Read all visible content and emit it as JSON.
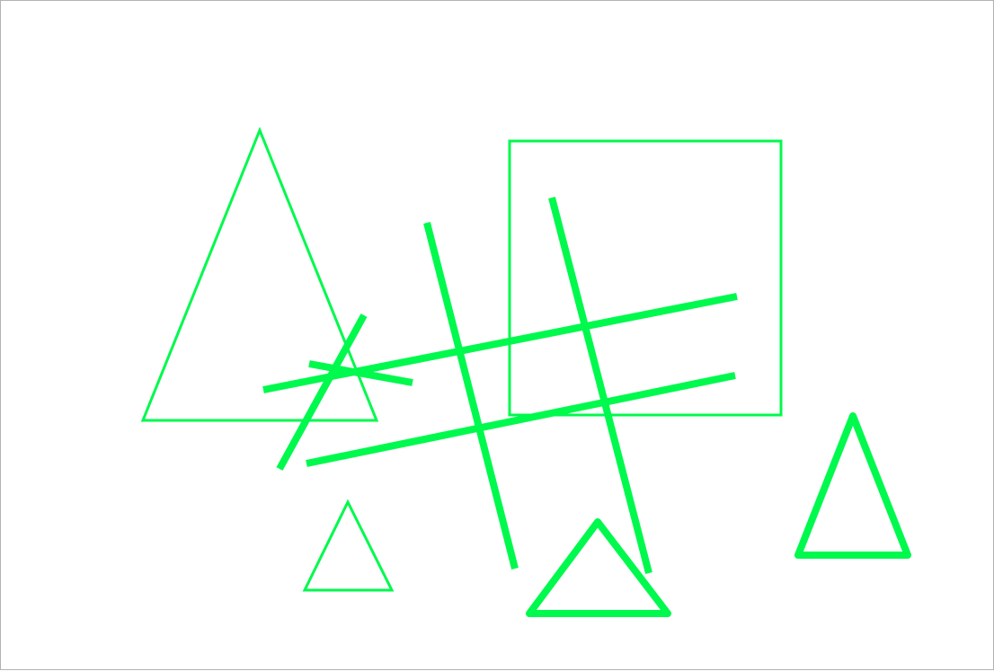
{
  "colors": {
    "stroke": "#00f94d",
    "background": "#ffffff",
    "frame": "#b3b3b3"
  },
  "shapes": [
    {
      "kind": "triangle",
      "name": "large-triangle-outline"
    },
    {
      "kind": "square",
      "name": "square-outline"
    },
    {
      "kind": "triangle",
      "name": "small-triangle-outline"
    },
    {
      "kind": "triangle",
      "name": "bottom-triangle-bold"
    },
    {
      "kind": "triangle",
      "name": "right-triangle-bold"
    },
    {
      "kind": "line",
      "name": "upper-long-line"
    },
    {
      "kind": "line",
      "name": "lower-long-line"
    },
    {
      "kind": "line",
      "name": "left-steep-line"
    },
    {
      "kind": "line",
      "name": "right-steep-line"
    },
    {
      "kind": "line",
      "name": "short-diagonal-line"
    },
    {
      "kind": "line",
      "name": "short-cross-line"
    }
  ]
}
